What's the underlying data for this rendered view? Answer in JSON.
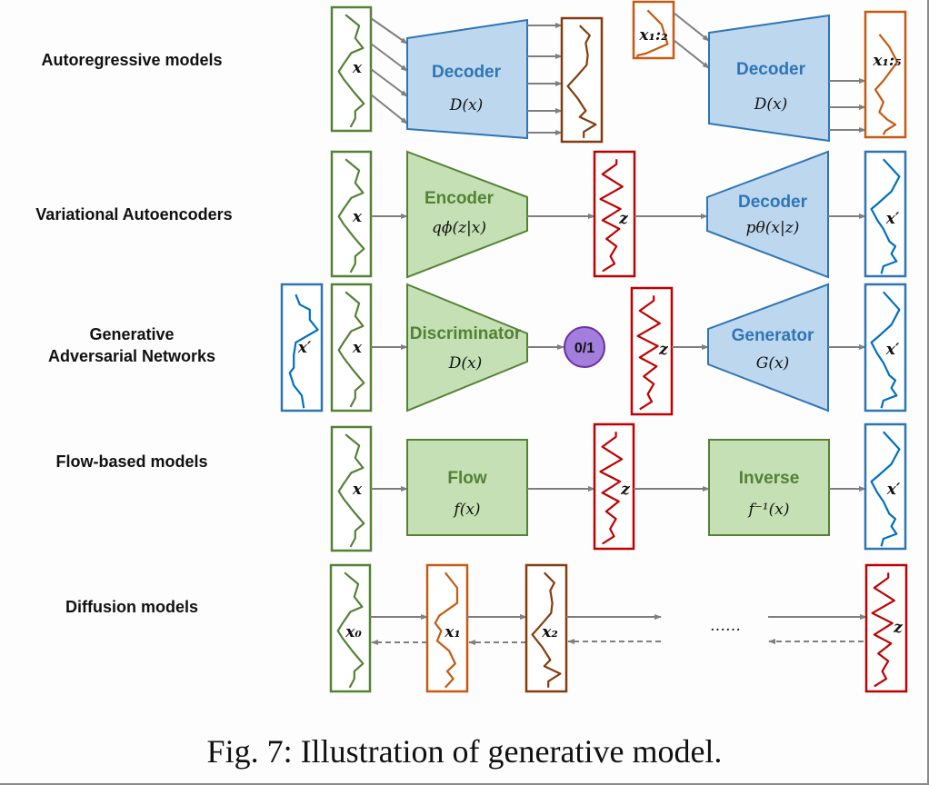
{
  "colors": {
    "green_line": "#548235",
    "green_fill": "#c5e0b4",
    "green_text": "#538135",
    "blue_line": "#2e75b6",
    "blue_fill": "#bdd7ee",
    "blue_text": "#2e75b6",
    "blue_signal": "#0070c0",
    "brown": "#843c0c",
    "orange": "#c55a11",
    "red": "#c00000",
    "purple_fill": "#a27fdc",
    "purple_line": "#7030a0",
    "arrow": "#7f7f7f"
  },
  "rows": [
    {
      "id": "autoregressive",
      "label": "Autoregressive models",
      "blocks": [
        {
          "title": "Decoder",
          "formula": "D(x)",
          "style": "blue"
        },
        {
          "title": "Decoder",
          "formula": "D(x)",
          "style": "blue"
        }
      ],
      "signals": [
        {
          "label": "x",
          "color": "green"
        },
        {
          "label": "",
          "color": "brown"
        },
        {
          "label": "x₁:₂",
          "color": "orange"
        },
        {
          "label": "x₁:₅",
          "color": "orange"
        }
      ]
    },
    {
      "id": "vae",
      "label": "Variational Autoencoders",
      "blocks": [
        {
          "title": "Encoder",
          "formula": "qϕ(z|x)",
          "style": "green"
        },
        {
          "title": "Decoder",
          "formula": "pθ(x|z)",
          "style": "blue"
        }
      ],
      "signals": [
        {
          "label": "x",
          "color": "green"
        },
        {
          "label": "z",
          "color": "red"
        },
        {
          "label": "x′",
          "color": "blue"
        }
      ]
    },
    {
      "id": "gan",
      "label": "Generative\nAdversarial Networks",
      "label_lines": [
        "Generative",
        "Adversarial Networks"
      ],
      "blocks": [
        {
          "title": "Discriminator",
          "formula": "D(x)",
          "style": "green"
        },
        {
          "title": "Generator",
          "formula": "G(x)",
          "style": "blue"
        }
      ],
      "signals": [
        {
          "label": "x′",
          "color": "blue"
        },
        {
          "label": "x",
          "color": "green"
        },
        {
          "label": "z",
          "color": "red"
        },
        {
          "label": "x′",
          "color": "blue"
        }
      ],
      "output_node": "0/1"
    },
    {
      "id": "flow",
      "label": "Flow-based models",
      "blocks": [
        {
          "title": "Flow",
          "formula": "f(x)",
          "style": "green"
        },
        {
          "title": "Inverse",
          "formula": "f⁻¹(x)",
          "style": "green"
        }
      ],
      "signals": [
        {
          "label": "x",
          "color": "green"
        },
        {
          "label": "z",
          "color": "red"
        },
        {
          "label": "x′",
          "color": "blue"
        }
      ]
    },
    {
      "id": "diffusion",
      "label": "Diffusion models",
      "signals": [
        {
          "label": "x₀",
          "color": "green"
        },
        {
          "label": "x₁",
          "color": "orange"
        },
        {
          "label": "x₂",
          "color": "brown"
        },
        {
          "label": "z",
          "color": "red"
        }
      ],
      "ellipsis": "……"
    }
  ],
  "caption": "Fig. 7: Illustration of generative model."
}
